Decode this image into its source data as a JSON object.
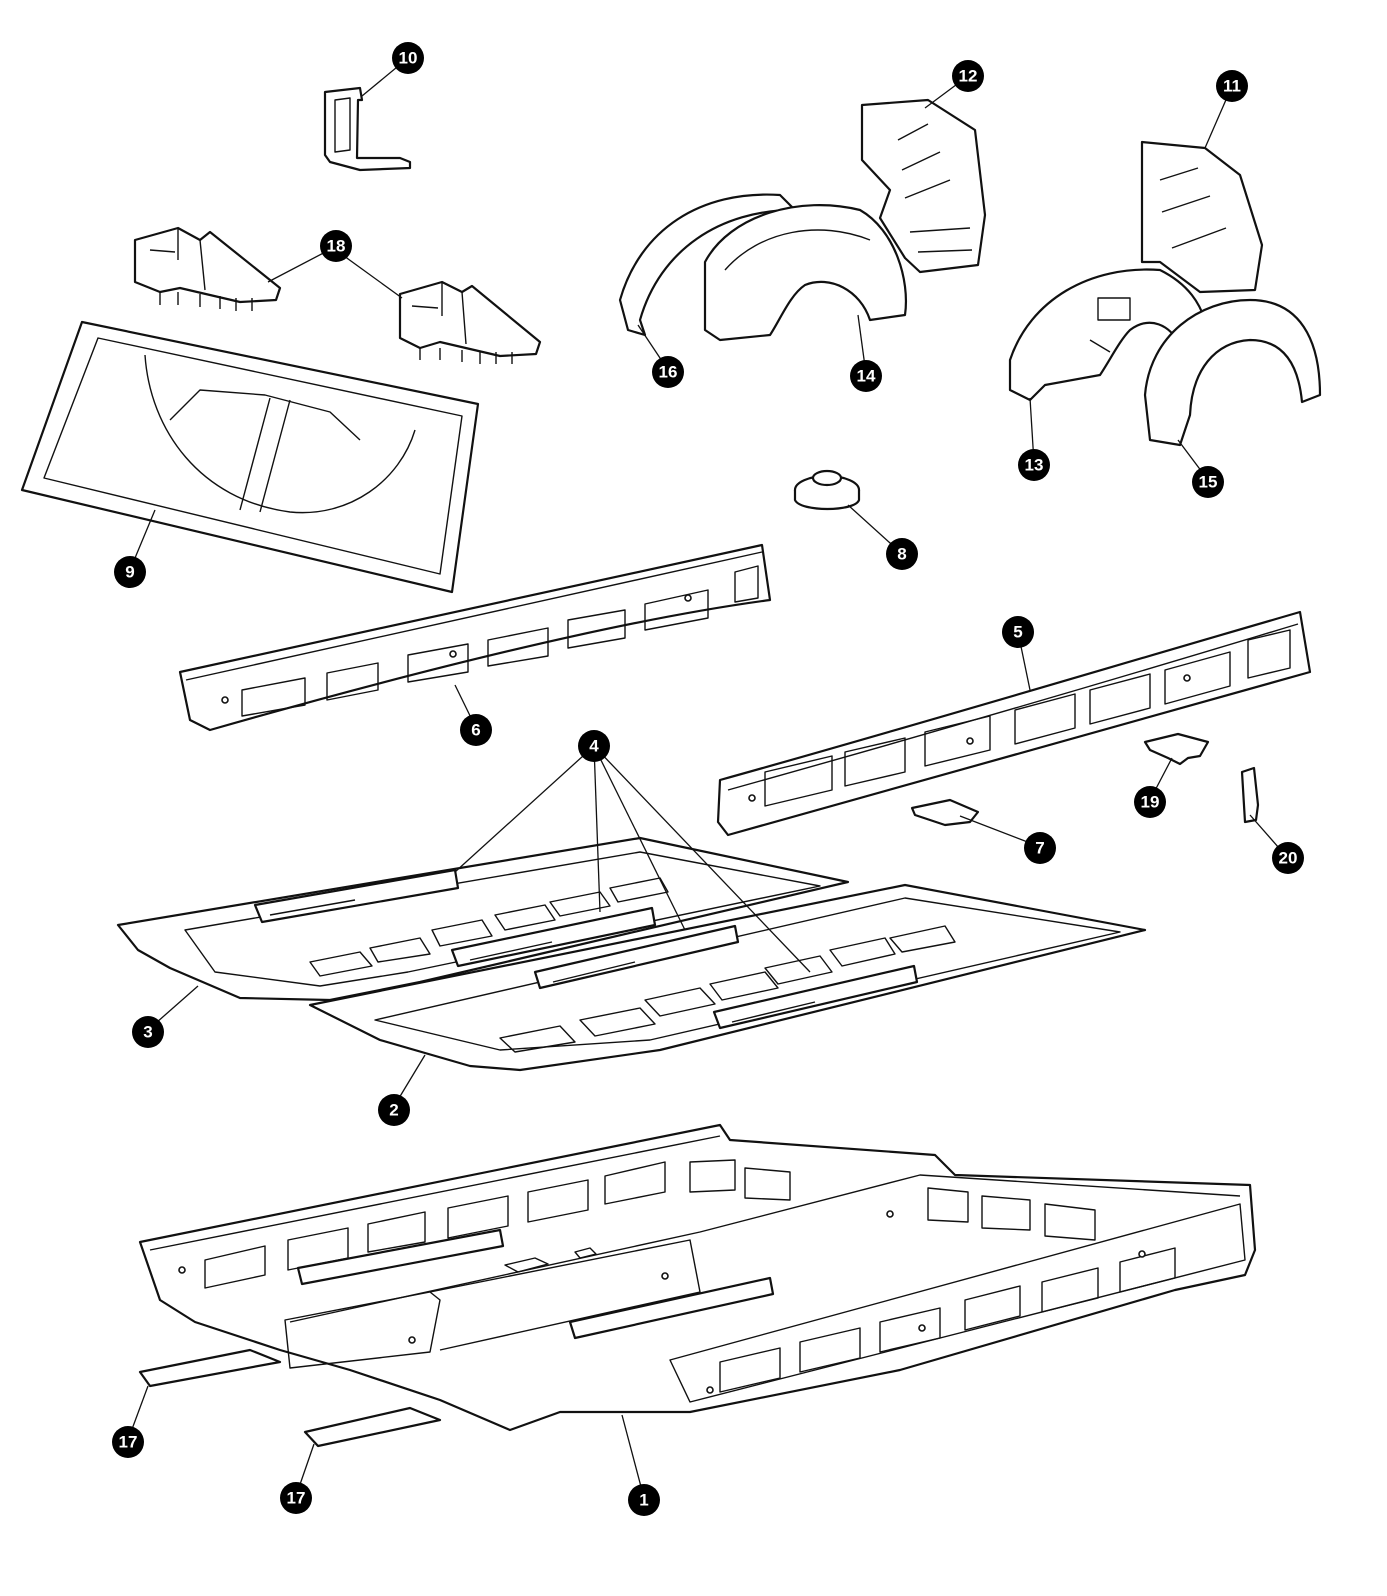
{
  "callouts": {
    "c1": "1",
    "c2": "2",
    "c3": "3",
    "c4": "4",
    "c5": "5",
    "c6": "6",
    "c7": "7",
    "c8": "8",
    "c9": "9",
    "c10": "10",
    "c11": "11",
    "c12": "12",
    "c13": "13",
    "c14": "14",
    "c15": "15",
    "c16": "16",
    "c17a": "17",
    "c17b": "17",
    "c18": "18",
    "c19": "19",
    "c20": "20"
  },
  "colors": {
    "line": "#111111",
    "callout_fill": "#000000",
    "callout_text": "#ffffff",
    "background": "#ffffff"
  }
}
